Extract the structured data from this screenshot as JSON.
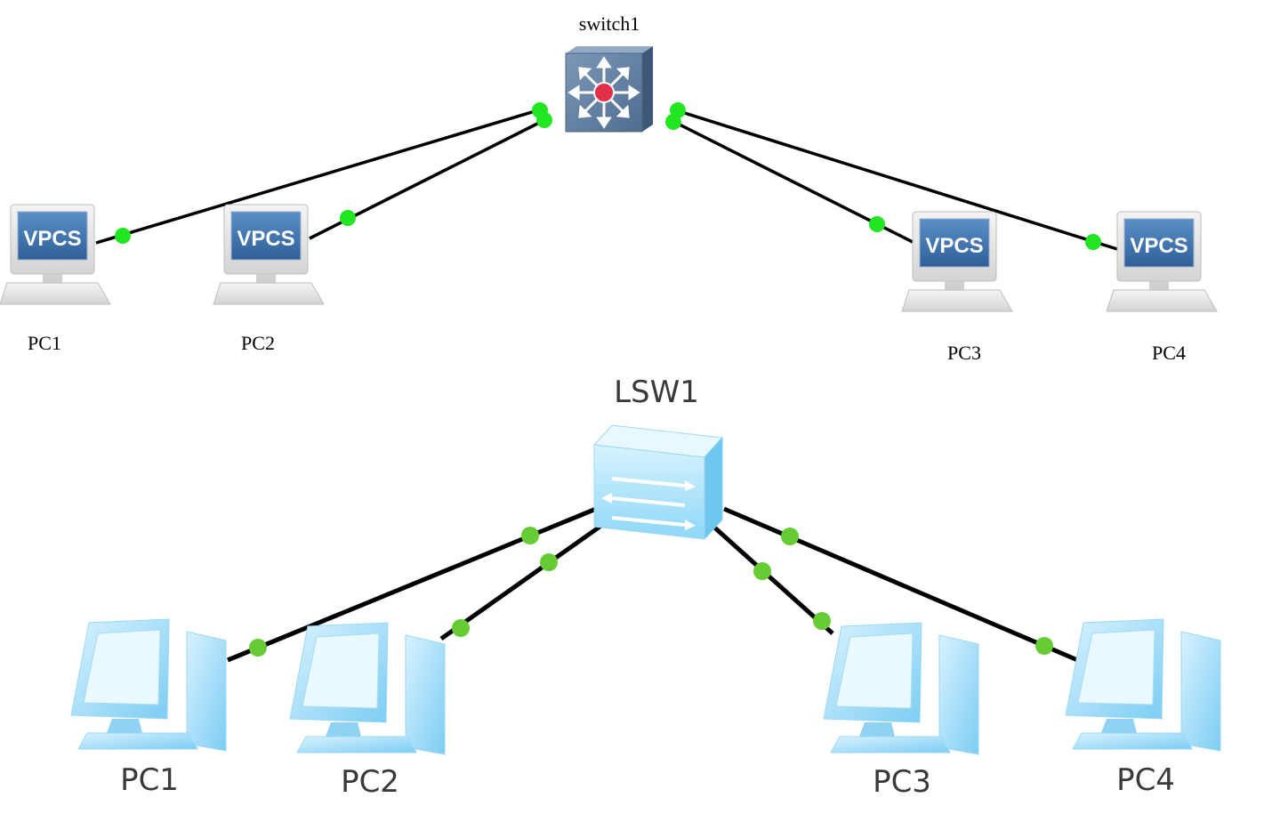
{
  "top": {
    "switch_label": "switch1",
    "vpcs_text": "VPCS",
    "pcs": [
      {
        "label": "PC1"
      },
      {
        "label": "PC2"
      },
      {
        "label": "PC3"
      },
      {
        "label": "PC4"
      }
    ]
  },
  "bottom": {
    "switch_label": "LSW1",
    "pcs": [
      {
        "label": "PC1"
      },
      {
        "label": "PC2"
      },
      {
        "label": "PC3"
      },
      {
        "label": "PC4"
      }
    ]
  },
  "colors": {
    "link": "#000000",
    "port_dot_top": "#22e622",
    "port_dot_bottom": "#66cc33",
    "vpcs_screen": "#3f74b0",
    "switch_top": "#6a86a6",
    "switch_bottom": "#aee6ff"
  }
}
